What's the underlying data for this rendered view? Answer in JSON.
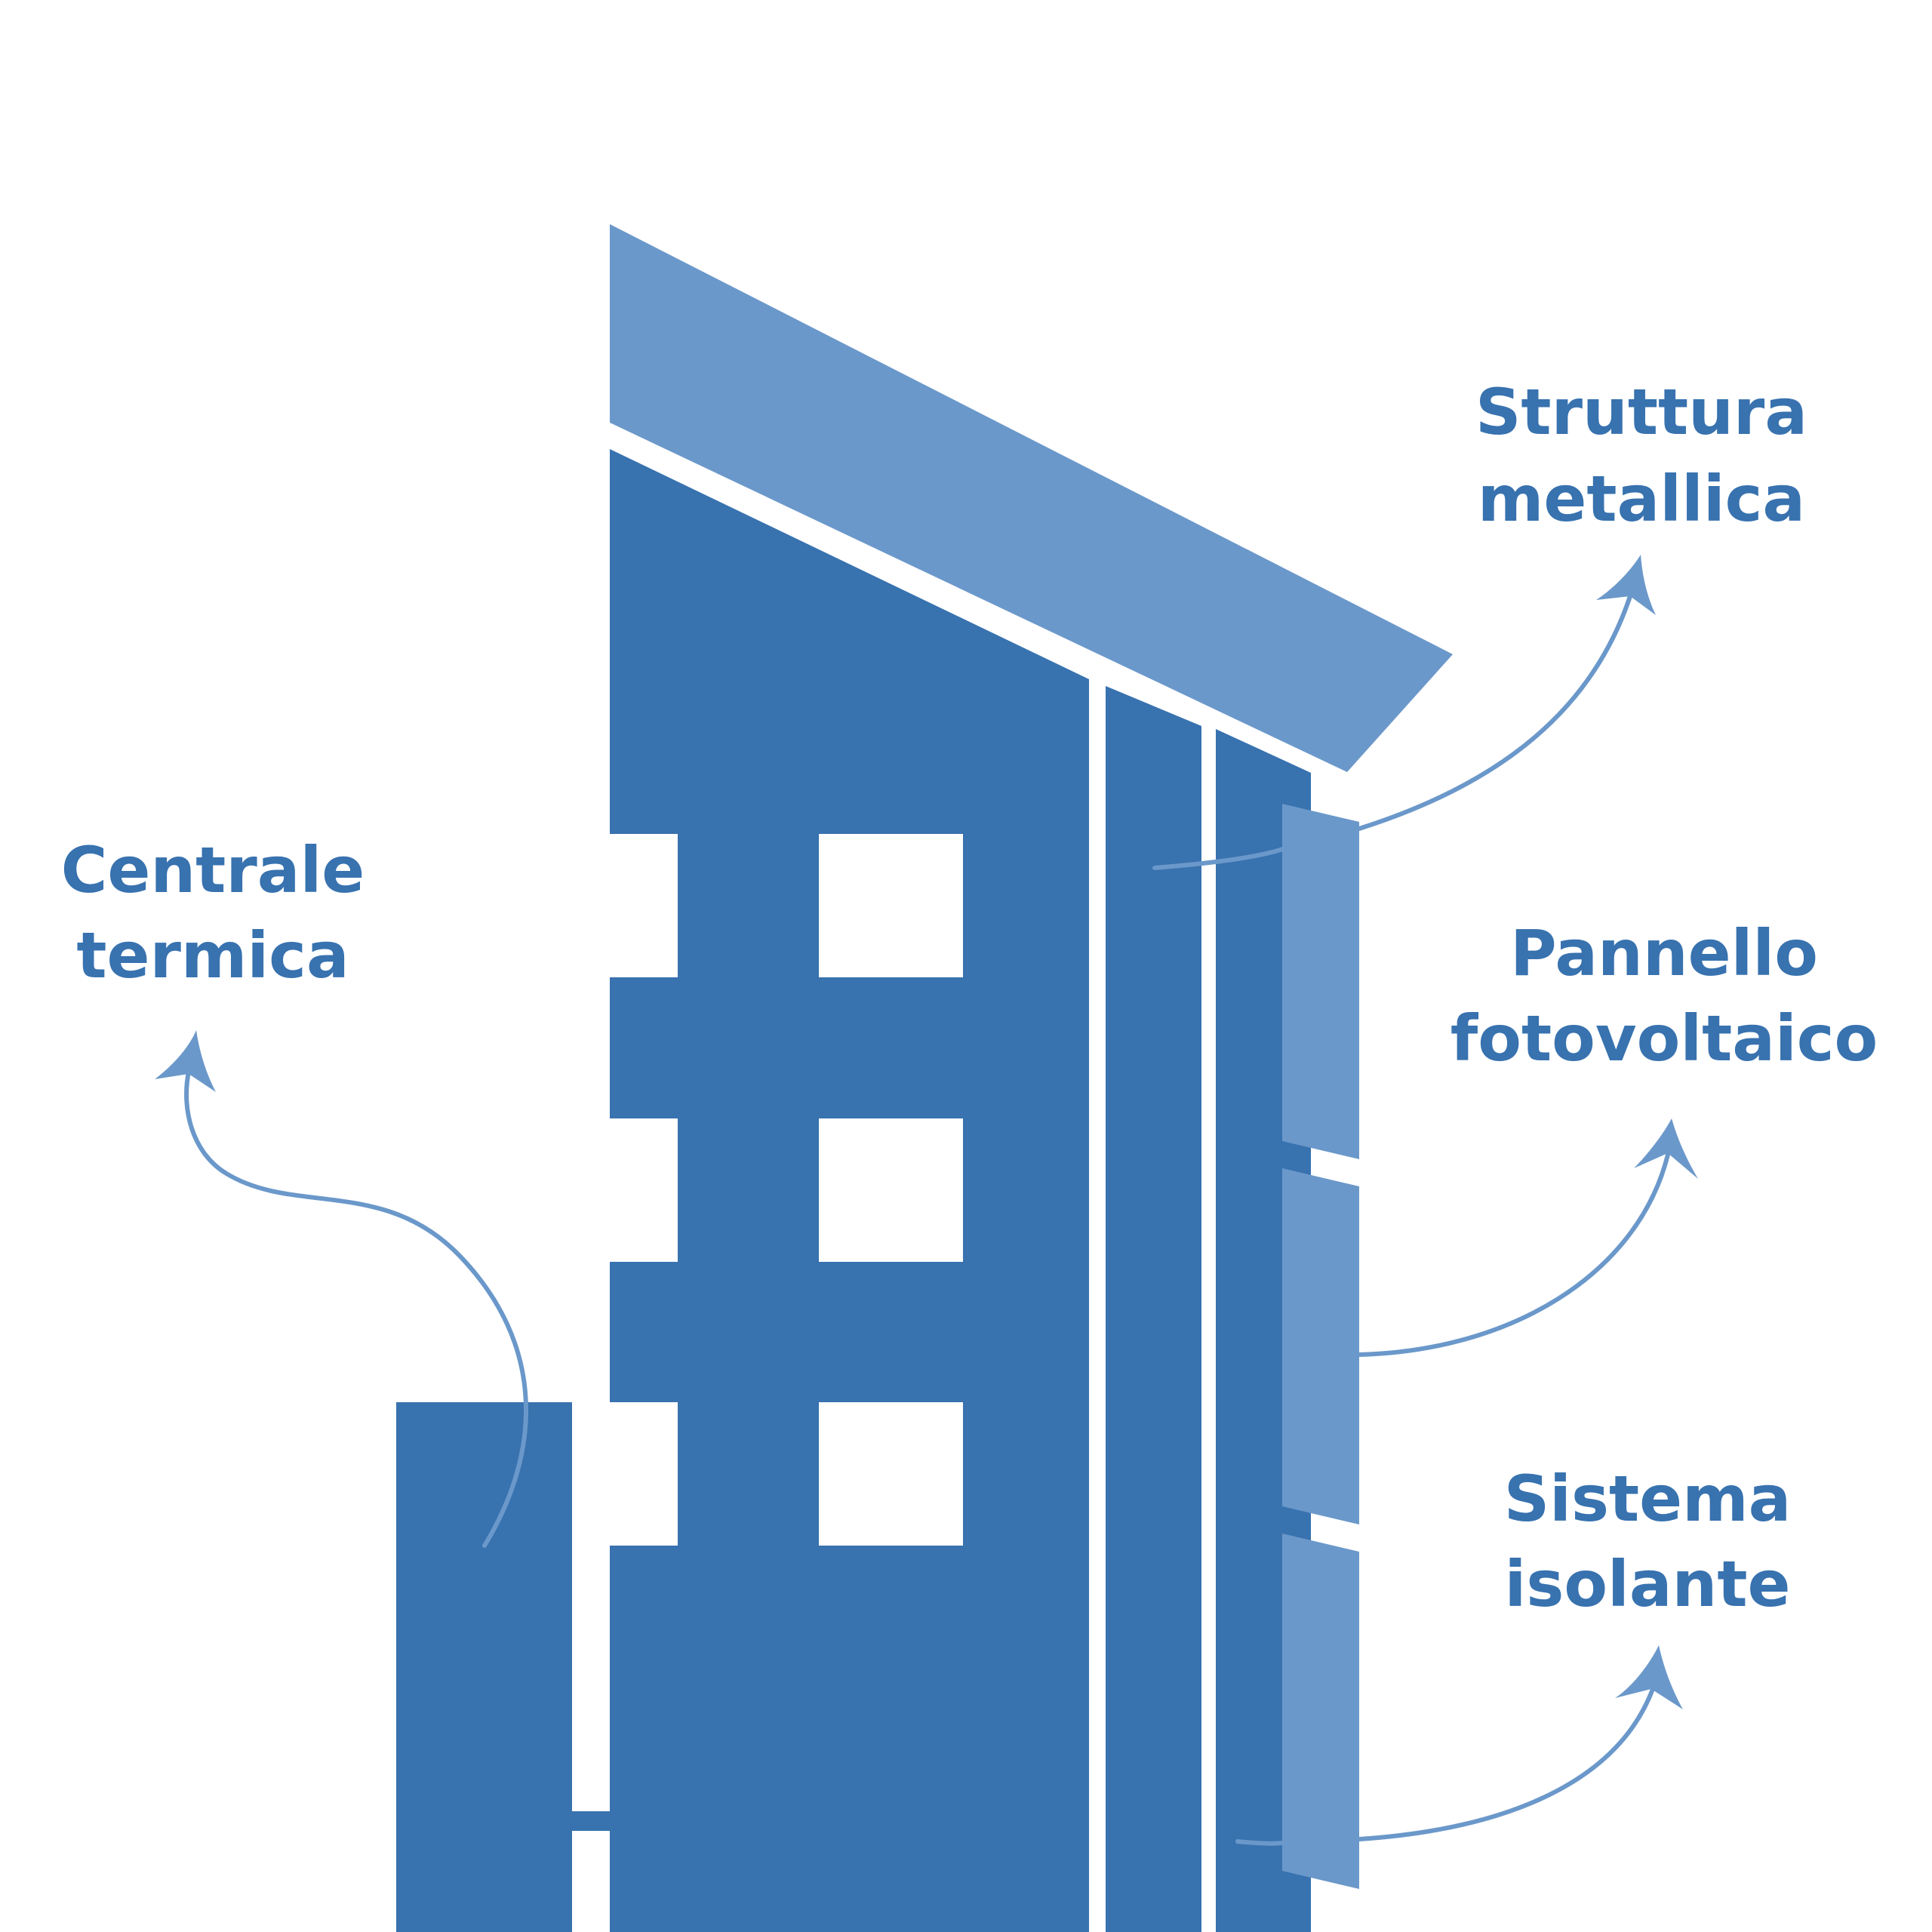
{
  "colors": {
    "dark_blue": "#3872AF",
    "light_blue": "#6B98CA",
    "background": "#FFFFFF"
  },
  "labels": {
    "centrale_termica": {
      "line1": "Centrale",
      "line2": "termica"
    },
    "struttura_metallica": {
      "line1": "Struttura",
      "line2": "metallica"
    },
    "pannello_fotovoltaico": {
      "line1": "Pannello",
      "line2": "fotovoltaico"
    },
    "sistema_isolante": {
      "line1": "Sistema",
      "line2": "isolante"
    }
  }
}
